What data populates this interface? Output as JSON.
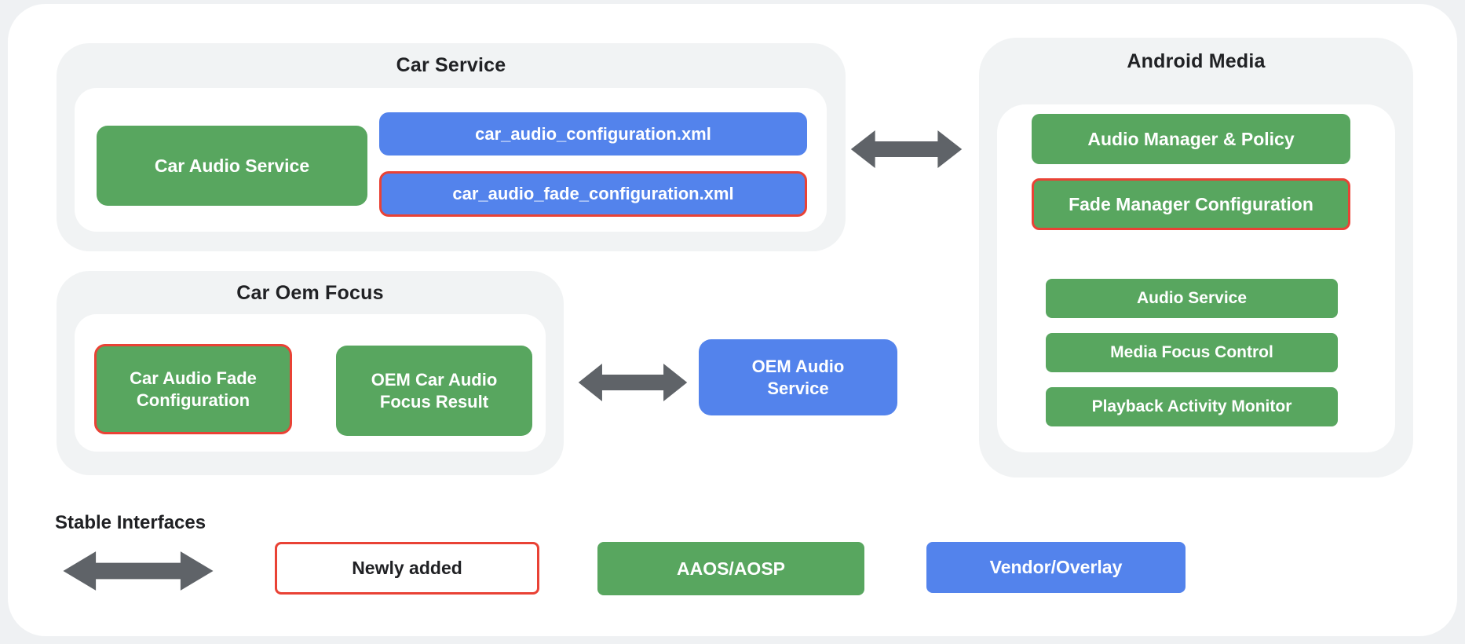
{
  "colors": {
    "page_background": "#eff1f3",
    "canvas_background": "#ffffff",
    "container_gray": "#f1f3f4",
    "aaos_green": "#58a65f",
    "vendor_blue": "#5383ec",
    "newly_added_red": "#e94235",
    "arrow_gray": "#5f6368",
    "title_text": "#202124"
  },
  "car_service": {
    "title": "Car Service",
    "car_audio_service": "Car Audio Service",
    "config_xml": "car_audio_configuration.xml",
    "fade_config_xml": "car_audio_fade_configuration.xml"
  },
  "car_oem_focus": {
    "title": "Car Oem Focus",
    "fade_configuration": "Car Audio Fade Configuration",
    "focus_result": "OEM Car Audio Focus Result"
  },
  "oem_audio_service": {
    "label": "OEM Audio Service"
  },
  "android_media": {
    "title": "Android Media",
    "audio_manager_policy": "Audio Manager & Policy",
    "fade_manager_configuration": "Fade Manager Configuration",
    "audio_service": "Audio Service",
    "media_focus_control": "Media Focus Control",
    "playback_activity_monitor": "Playback Activity Monitor"
  },
  "legend": {
    "stable_interfaces": "Stable Interfaces",
    "newly_added": "Newly added",
    "aaos_aosp": "AAOS/AOSP",
    "vendor_overlay": "Vendor/Overlay"
  }
}
